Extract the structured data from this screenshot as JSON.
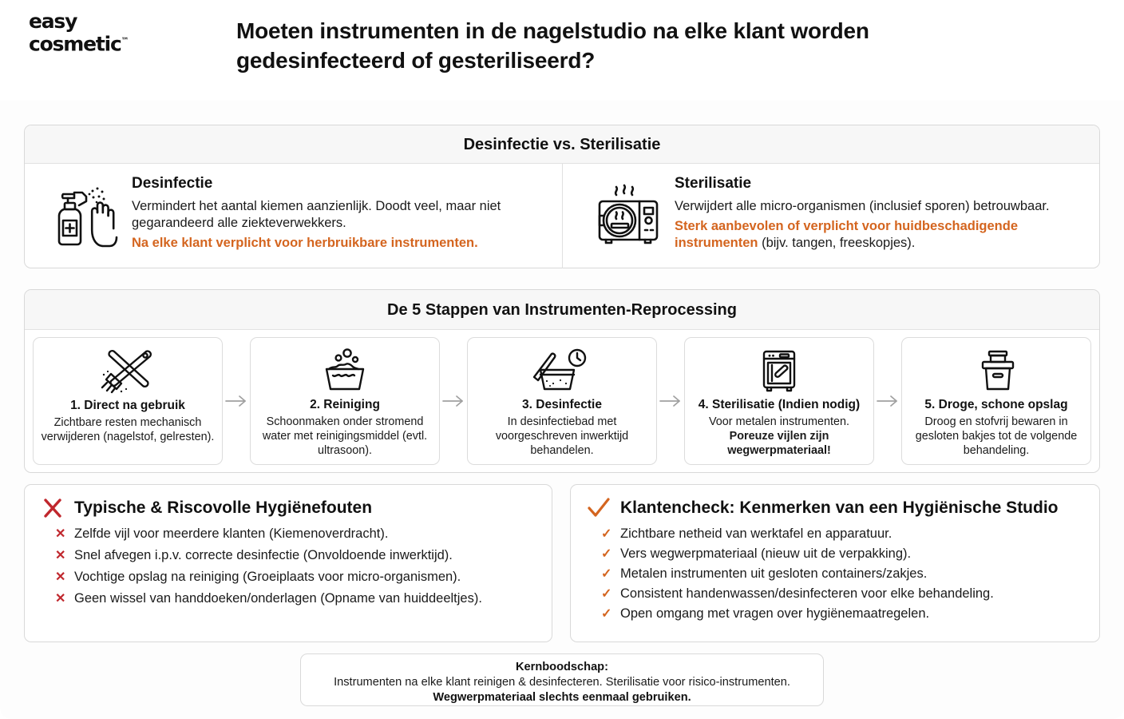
{
  "header": {
    "logo_line1": "easy",
    "logo_line2": "cosmetic",
    "logo_tm": "™",
    "title": "Moeten instrumenten in de nagelstudio na elke klant worden gedesinfecteerd of gesteriliseerd?"
  },
  "compare": {
    "heading": "Desinfectie vs. Sterilisatie",
    "left": {
      "icon": "spray-bottle-hand-icon",
      "title": "Desinfectie",
      "body": "Vermindert het aantal kiemen aanzienlijk. Doodt veel, maar niet gegarandeerd alle ziekteverwekkers.",
      "highlight": "Na elke klant verplicht voor herbruikbare instrumenten.",
      "highlight_tail": ""
    },
    "right": {
      "icon": "autoclave-icon",
      "title": "Sterilisatie",
      "body": "Verwijdert alle micro-organismen (inclusief sporen) betrouwbaar.",
      "highlight": "Sterk aanbevolen of verplicht voor huidbeschadigende instrumenten",
      "highlight_tail": " (bijv. tangen, freeskopjes)."
    }
  },
  "steps": {
    "heading": "De 5 Stappen van Instrumenten-Reprocessing",
    "arrow_glyph": "→",
    "items": [
      {
        "icon": "brush-file-icon",
        "title": "1. Direct na gebruik",
        "desc": "Zichtbare resten mechanisch verwijderen (nagelstof, gelresten).",
        "desc_bold": ""
      },
      {
        "icon": "wash-basin-icon",
        "title": "2. Reiniging",
        "desc": "Schoonmaken onder stromend water met reinigingsmiddel (evtl. ultrasoon).",
        "desc_bold": ""
      },
      {
        "icon": "disinfection-bath-clock-icon",
        "title": "3. Desinfectie",
        "desc": "In desinfectiebad met voorgeschreven inwerktijd behandelen.",
        "desc_bold": ""
      },
      {
        "icon": "sterilizer-icon",
        "title": "4. Sterilisatie (Indien nodig)",
        "desc": "Voor metalen instrumenten. ",
        "desc_bold": "Poreuze vijlen zijn wegwerpmateriaal!"
      },
      {
        "icon": "storage-box-icon",
        "title": "5. Droge, schone opslag",
        "desc": "Droog en stofvrij bewaren in gesloten bakjes tot de volgende behandeling.",
        "desc_bold": ""
      }
    ]
  },
  "errors": {
    "icon": "red-cross-icon",
    "heading": "Typische & Riscovolle Hygiënefouten",
    "marker": "✕",
    "items": [
      "Zelfde vijl voor meerdere klanten (Kiemenoverdracht).",
      "Snel afvegen i.p.v. correcte desinfectie (Onvoldoende inwerktijd).",
      "Vochtige opslag na reiniging (Groeiplaats voor micro-organismen).",
      "Geen wissel van handdoeken/onderlagen (Opname van huiddeeltjes)."
    ]
  },
  "checks": {
    "icon": "orange-check-icon",
    "heading": "Klantencheck: Kenmerken van een Hygiënische Studio",
    "marker": "✓",
    "items": [
      "Zichtbare netheid van werktafel en apparatuur.",
      "Vers wegwerpmateriaal (nieuw uit de verpakking).",
      "Metalen instrumenten uit gesloten containers/zakjes.",
      "Consistent handenwassen/desinfecteren voor elke behandeling.",
      "Open omgang met vragen over hygiënemaatregelen."
    ]
  },
  "core_message": {
    "title": "Kernboodschap:",
    "line1": "Instrumenten na elke klant reinigen & desinfecteren. Sterilisatie voor risico-instrumenten.",
    "line2": "Wegwerpmateriaal slechts eenmaal gebruiken."
  },
  "colors": {
    "accent_orange": "#d4651f",
    "error_red": "#c0272d",
    "text": "#111111",
    "panel_border": "#d9d9d9",
    "panel_head_bg": "#f7f7f7"
  }
}
